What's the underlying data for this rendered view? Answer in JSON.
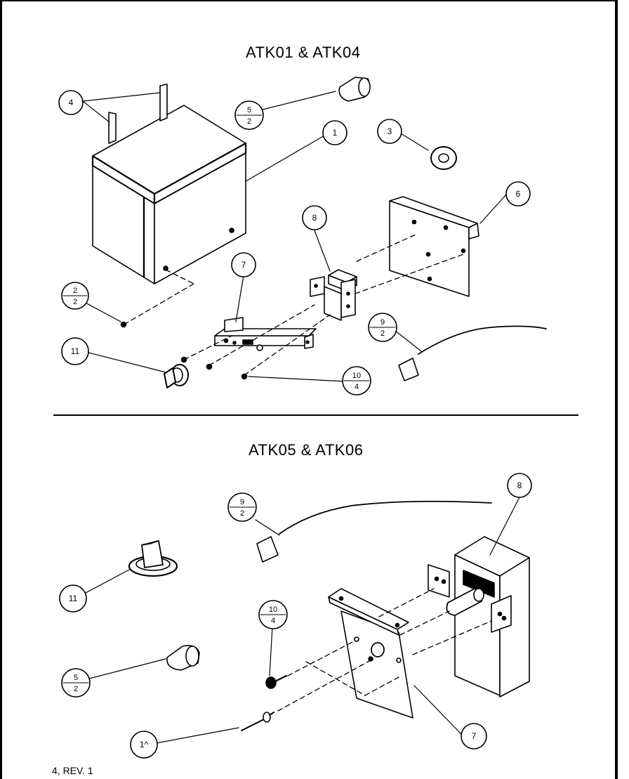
{
  "titles": {
    "top": "ATK01 & ATK04",
    "bottom": "ATK05 & ATK06"
  },
  "footer": "4, REV. 1",
  "callouts": {
    "top": {
      "c4": "4",
      "c1": "1",
      "c3": "3",
      "c6": "6",
      "c8": "8",
      "c7": "7",
      "c11": "11",
      "f5": {
        "num": "5",
        "den": "2"
      },
      "f2": {
        "num": "2",
        "den": "2"
      },
      "f9": {
        "num": "9",
        "den": "2"
      },
      "f10": {
        "num": "10",
        "den": "4"
      }
    },
    "bottom": {
      "c8": "8",
      "c11": "11",
      "c7": "7",
      "c12": "1^",
      "f9": {
        "num": "9",
        "den": "2"
      },
      "f10": {
        "num": "10",
        "den": "4"
      },
      "f5": {
        "num": "5",
        "den": "2"
      }
    }
  }
}
